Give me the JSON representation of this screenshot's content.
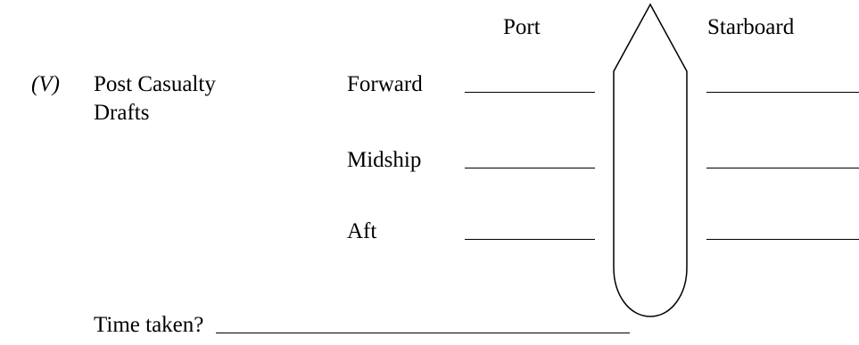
{
  "section": {
    "marker": "(V)",
    "title_line1": "Post Casualty",
    "title_line2": "Drafts"
  },
  "columns": {
    "port": "Port",
    "starboard": "Starboard"
  },
  "rows": [
    {
      "label": "Forward"
    },
    {
      "label": "Midship"
    },
    {
      "label": "Aft"
    }
  ],
  "time_taken": {
    "label": "Time taken?"
  },
  "icons": {
    "ship": "ship-hull-outline-icon"
  }
}
